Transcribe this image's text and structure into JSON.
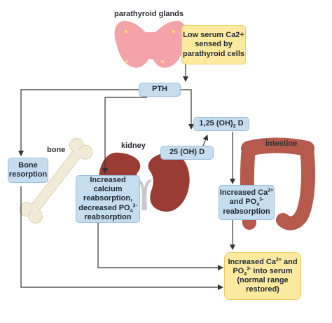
{
  "labels": {
    "parathyroid": "parathyroid glands",
    "bone": "bone",
    "kidney": "kidney",
    "intestine": "intestine"
  },
  "boxes": {
    "low_serum": {
      "lines": [
        "Low serum Ca2+",
        "sensed by",
        "parathyroid cells"
      ]
    },
    "pth": {
      "text": "PTH"
    },
    "vitd_125": {
      "prefix": "1,25 (OH)",
      "sub": "2",
      "suffix": " D"
    },
    "vitd_25": {
      "text": "25 (OH) D"
    },
    "bone_resorption": {
      "lines": [
        "Bone",
        "resorption"
      ]
    },
    "kidney_box": {
      "line1": "Increased",
      "line2": "calcium",
      "line3": "reabsorption,",
      "line4_prefix": "decreased PO",
      "line4_sub": "4",
      "line4_sup": "3-",
      "line5": "reabsorption"
    },
    "intestine_box": {
      "line1_prefix": "Increased Ca",
      "line1_sup": "2+",
      "line2_prefix": "and PO",
      "line2_sub": "4",
      "line2_sup": "3-",
      "line3": "reabsorption"
    },
    "result": {
      "line1_prefix": "Increased Ca",
      "line1_sup": "2+",
      "line1_suffix": " and",
      "line2_prefix": "PO",
      "line2_sub": "4",
      "line2_sup": "3-",
      "line2_suffix": "  into serum",
      "line3": "(normal range",
      "line4": "restored)"
    }
  },
  "colors": {
    "box_blue": "#c6dcef",
    "box_yellow": "#fde9a0",
    "gland_pink": "#f4a3a8",
    "kidney_red": "#9a3b34",
    "intestine_red": "#b65a4d",
    "bone_cream": "#f1ead6",
    "arrow": "#333333"
  }
}
